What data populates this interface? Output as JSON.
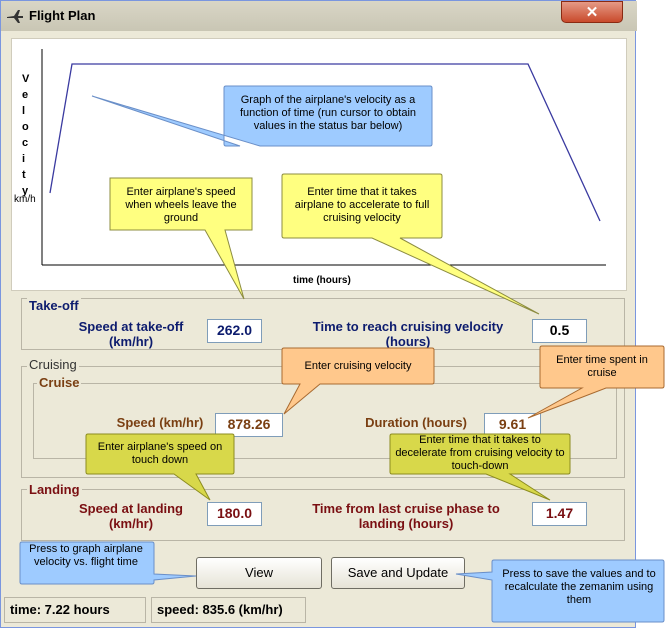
{
  "window": {
    "title": "Flight Plan",
    "close_glyph": "✕"
  },
  "graph": {
    "ylabel_letters": [
      "V",
      "e",
      "l",
      "o",
      "c",
      "i",
      "t",
      "y"
    ],
    "yunit": "km/h",
    "xlabel": "time (hours)"
  },
  "takeoff": {
    "legend": "Take-off",
    "speed_label": "Speed at take-off (km/hr)",
    "speed_value": "262.0",
    "time_label": "Time to reach cruising velocity (hours)",
    "time_value": "0.5"
  },
  "cruising": {
    "legend": "Cruising",
    "cruise_legend": "Cruise",
    "speed_label": "Speed (km/hr)",
    "speed_value": "878.26",
    "duration_label": "Duration (hours)",
    "duration_value": "9.61"
  },
  "landing": {
    "legend": "Landing",
    "speed_label": "Speed at landing (km/hr)",
    "speed_value": "180.0",
    "time_label": "Time from last cruise phase to landing (hours)",
    "time_value": "1.47"
  },
  "buttons": {
    "view": "View",
    "save": "Save and Update"
  },
  "status": {
    "time": "time:  7.22 hours",
    "speed": "speed:  835.6 (km/hr)"
  },
  "callouts": {
    "graph_info": "Graph of the airplane's velocity as a function of time (run cursor to obtain values in the status bar below)",
    "takeoff_speed": "Enter airplane's speed when wheels leave the ground",
    "accel_time": "Enter time that it takes airplane to accelerate to full cruising velocity",
    "cruise_velocity": "Enter cruising velocity",
    "cruise_time": "Enter time spent in cruise",
    "touchdown_speed": "Enter airplane's speed on touch down",
    "decel_time": "Enter time that it takes to decelerate from cruising velocity to touch-down",
    "press_graph": "Press to graph airplane velocity vs. flight time",
    "press_save": "Press to save the values and to recalculate the zemanim using them"
  },
  "colors": {
    "callout_blue": "#9ecbff",
    "callout_yellow": "#ffff80",
    "callout_orange": "#ffc88c",
    "callout_olive": "#d8d84a",
    "graph_line": "#3a3aa0"
  }
}
